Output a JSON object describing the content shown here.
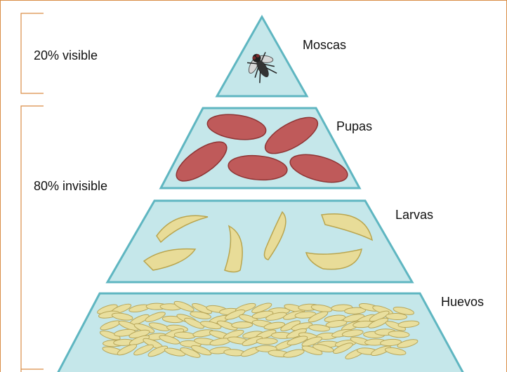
{
  "labels": {
    "visible": "20% visible",
    "invisible": "80% invisible"
  },
  "tiers": [
    {
      "name": "Moscas"
    },
    {
      "name": "Pupas"
    },
    {
      "name": "Larvas"
    },
    {
      "name": "Huevos"
    }
  ],
  "colors": {
    "frame": "#d98c45",
    "bracket": "#d98c45",
    "tier_fill": "#c5e7ea",
    "tier_stroke": "#5fb6c1",
    "pupa_fill": "#bf5a5a",
    "pupa_stroke": "#8e3434",
    "larva_fill": "#e8dc98",
    "larva_stroke": "#b9a54e",
    "egg_fill": "#e9df9e",
    "egg_stroke": "#b7a659"
  },
  "icons": {
    "top_tier": "fly-icon",
    "pupa": "pupa-icon",
    "larva": "larva-icon",
    "egg": "egg-icon"
  }
}
